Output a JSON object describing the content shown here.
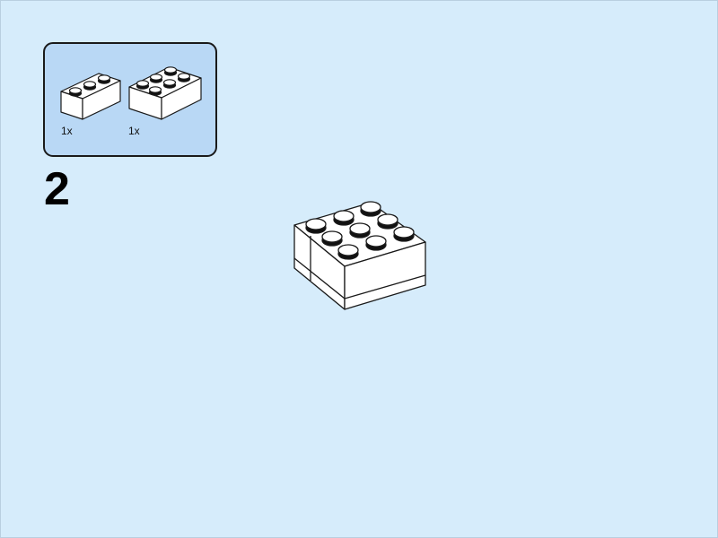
{
  "parts_list": {
    "items": [
      {
        "part": "brick-1x3",
        "quantity": "1x"
      },
      {
        "part": "brick-2x3",
        "quantity": "1x"
      }
    ]
  },
  "step": {
    "number": "2"
  },
  "colors": {
    "background": "#d6ecfb",
    "callout_fill": "#b9d8f5",
    "outline": "#1a1a1a",
    "brick_fill": "#ffffff"
  }
}
